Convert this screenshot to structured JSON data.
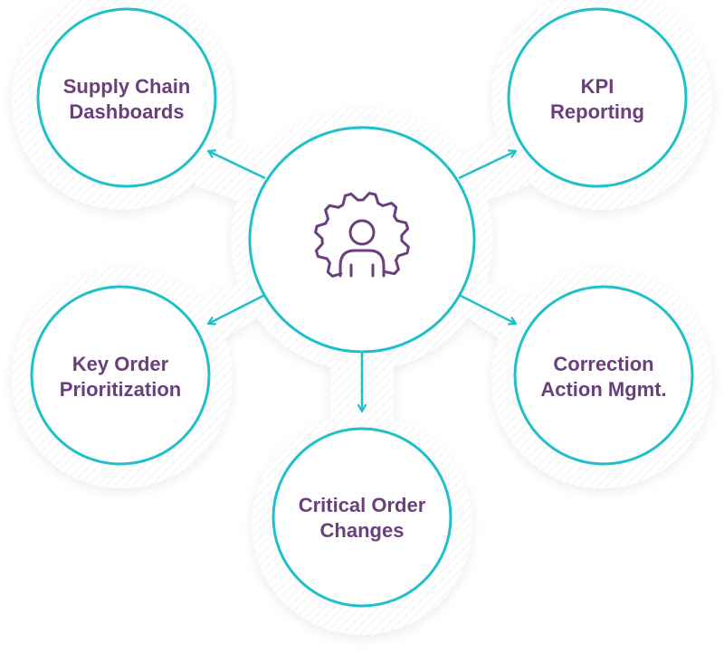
{
  "diagram": {
    "center": {
      "icon": "gear-person-icon"
    },
    "nodes": [
      {
        "line1": "Supply Chain",
        "line2": "Dashboards"
      },
      {
        "line1": "KPI",
        "line2": "Reporting"
      },
      {
        "line1": "Key Order",
        "line2": "Prioritization"
      },
      {
        "line1": "Correction",
        "line2": "Action Mgmt."
      },
      {
        "line1": "Critical Order",
        "line2": "Changes"
      }
    ]
  },
  "colors": {
    "accent": "#1fc0c9",
    "label": "#6a3f7c",
    "halo": "#ececec",
    "fill": "#ffffff"
  }
}
